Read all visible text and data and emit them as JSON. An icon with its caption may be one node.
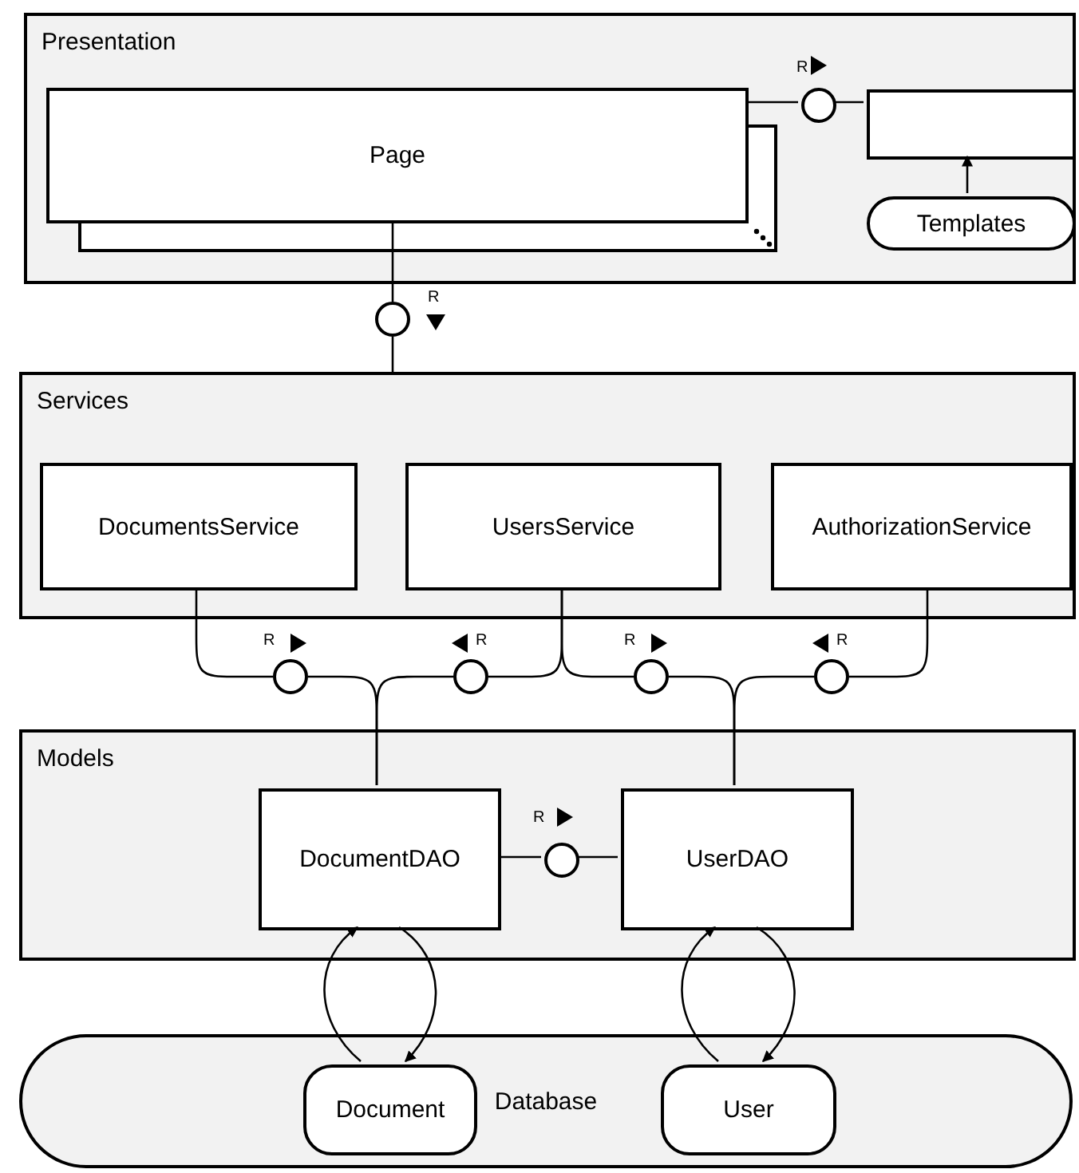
{
  "diagram": {
    "nodes": [
      {
        "text": [
          "Presentation"
        ]
      },
      {
        "text": [
          "Page"
        ],
        "in": 0
      },
      {
        "text": [],
        "shape": "circle",
        "in": 0,
        "beside": [
          "R"
        ]
      },
      {
        "text": [],
        "shape": "box",
        "in": 0
      },
      {
        "text": [
          "Templates"
        ],
        "in": 0
      },
      {
        "text": [],
        "shape": "circle",
        "beside": [
          "R"
        ]
      },
      {
        "text": [
          "Services"
        ]
      },
      {
        "text": [
          "DocumentsService"
        ],
        "in": 6
      },
      {
        "text": [
          "UsersService"
        ],
        "in": 6
      },
      {
        "text": [
          "AuthorizationService"
        ],
        "in": 6
      },
      {
        "text": [],
        "shape": "circle",
        "beside": [
          "R"
        ]
      },
      {
        "text": [],
        "shape": "circle",
        "beside": [
          "R"
        ]
      },
      {
        "text": [],
        "shape": "circle",
        "beside": [
          "R"
        ]
      },
      {
        "text": [],
        "shape": "circle",
        "beside": [
          "R"
        ]
      },
      {
        "text": [
          "Models"
        ]
      },
      {
        "text": [
          "DocumentDAO"
        ],
        "in": 14
      },
      {
        "text": [],
        "shape": "circle",
        "in": 14,
        "beside": [
          "R"
        ]
      },
      {
        "text": [
          "UserDAO"
        ],
        "in": 14
      },
      {
        "text": [
          "Database"
        ]
      },
      {
        "text": [
          "Document"
        ],
        "in": 18
      },
      {
        "text": [
          "User"
        ],
        "in": 18
      }
    ],
    "edges": [
      {
        "from": 1,
        "to": 2,
        "arrow": "none"
      },
      {
        "from": 2,
        "to": 3,
        "arrow": "none"
      },
      {
        "from": 4,
        "to": 3,
        "arrow": "to"
      },
      {
        "from": 1,
        "to": 5,
        "arrow": "none"
      },
      {
        "from": 5,
        "to": 6,
        "arrow": "none"
      },
      {
        "from": 7,
        "to": 10,
        "arrow": "none"
      },
      {
        "from": 10,
        "to": 15,
        "arrow": "none"
      },
      {
        "from": 8,
        "to": 11,
        "arrow": "none"
      },
      {
        "from": 11,
        "to": 15,
        "arrow": "none"
      },
      {
        "from": 8,
        "to": 12,
        "arrow": "none"
      },
      {
        "from": 12,
        "to": 17,
        "arrow": "none"
      },
      {
        "from": 9,
        "to": 13,
        "arrow": "none"
      },
      {
        "from": 13,
        "to": 17,
        "arrow": "none"
      },
      {
        "from": 15,
        "to": 16,
        "arrow": "none"
      },
      {
        "from": 16,
        "to": 17,
        "arrow": "none"
      },
      {
        "from": 19,
        "to": 15,
        "arrow": "to"
      },
      {
        "from": 15,
        "to": 19,
        "arrow": "to"
      },
      {
        "from": 20,
        "to": 17,
        "arrow": "to"
      },
      {
        "from": 17,
        "to": 20,
        "arrow": "to"
      }
    ]
  }
}
